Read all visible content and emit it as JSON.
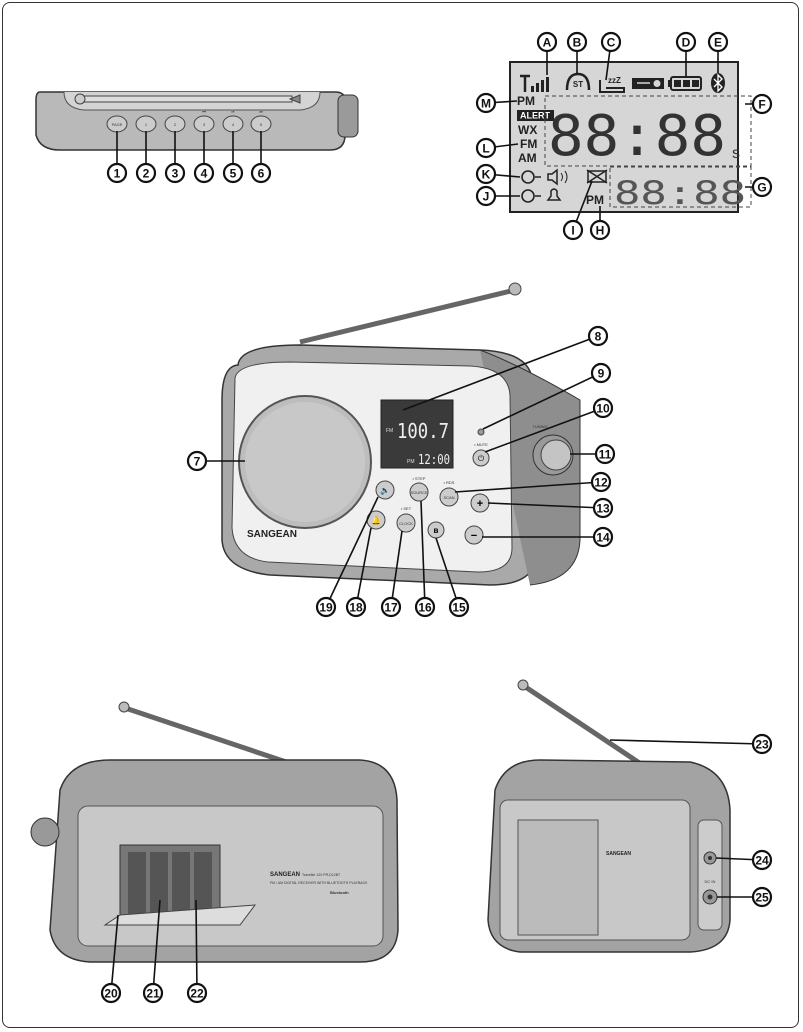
{
  "top_view": {
    "buttons": [
      "PAGE",
      "1",
      "2",
      "3",
      "4",
      "5"
    ],
    "button_symbols": [
      "⏮",
      "⏯",
      "⏭"
    ],
    "callouts": [
      "1",
      "2",
      "3",
      "4",
      "5",
      "6"
    ]
  },
  "lcd": {
    "pm_top": "PM",
    "alert": "ALERT",
    "wx": "WX",
    "fm": "FM",
    "am": "AM",
    "stereo": "ST",
    "sleep": "zzZ",
    "main_digits": "88:88",
    "suffix": "s",
    "clock_digits": "88:88",
    "pm_bottom": "PM",
    "callouts": [
      "A",
      "B",
      "C",
      "D",
      "E",
      "F",
      "G",
      "H",
      "I",
      "J",
      "K",
      "L",
      "M"
    ]
  },
  "front_view": {
    "brand": "SANGEAN",
    "display_band": "FM",
    "display_frequency": "100.7",
    "display_pm": "PM",
    "display_time": "12:00",
    "source_label": "SOURCE",
    "source_sub": "• STEP",
    "scan_label": "SCAN",
    "scan_sub": "• RDS",
    "clock_label": "CLOCK",
    "clock_sub": "• SET",
    "power_sub": "• MUTE",
    "plus_label": "+",
    "minus_label": "−",
    "tuning_label": "TUNING",
    "callouts": [
      "7",
      "8",
      "9",
      "10",
      "11",
      "12",
      "13",
      "14",
      "15",
      "16",
      "17",
      "18",
      "19"
    ]
  },
  "back_view": {
    "brand": "SANGEAN",
    "model": "Traveller 120  PR-D12BT",
    "description": "FM / AM DIGITAL RECEIVER WITH BLUETOOTH PLAYBACK",
    "bluetooth": "Bluetooth",
    "dc_in": "DC IN",
    "callouts": [
      "20",
      "21",
      "22",
      "23",
      "24",
      "25"
    ]
  }
}
